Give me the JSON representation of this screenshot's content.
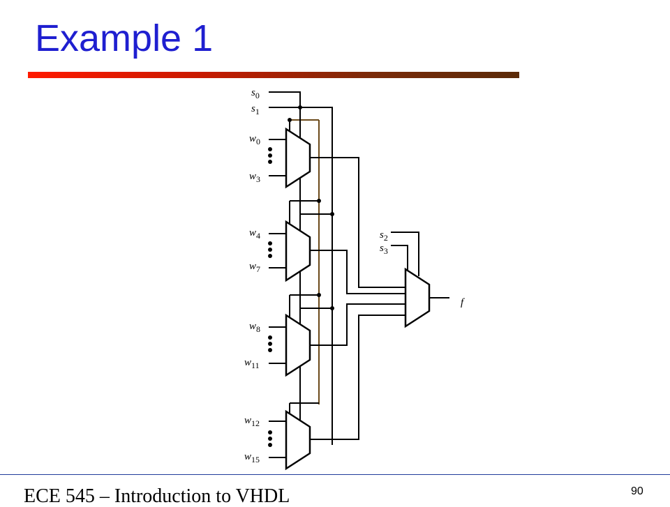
{
  "slide": {
    "title": "Example 1",
    "footer": "ECE 545 – Introduction to VHDL",
    "page_number": "90"
  },
  "diagram": {
    "select_inputs": [
      {
        "letter": "s",
        "index": "0"
      },
      {
        "letter": "s",
        "index": "1"
      },
      {
        "letter": "s",
        "index": "2"
      },
      {
        "letter": "s",
        "index": "3"
      }
    ],
    "data_inputs": [
      {
        "letter": "w",
        "index": "0"
      },
      {
        "letter": "w",
        "index": "3"
      },
      {
        "letter": "w",
        "index": "4"
      },
      {
        "letter": "w",
        "index": "7"
      },
      {
        "letter": "w",
        "index": "8"
      },
      {
        "letter": "w",
        "index": "11"
      },
      {
        "letter": "w",
        "index": "12"
      },
      {
        "letter": "w",
        "index": "15"
      }
    ],
    "output": "f",
    "colors": {
      "wire": "#000000",
      "brown_wire": "#6b4a1a"
    }
  }
}
